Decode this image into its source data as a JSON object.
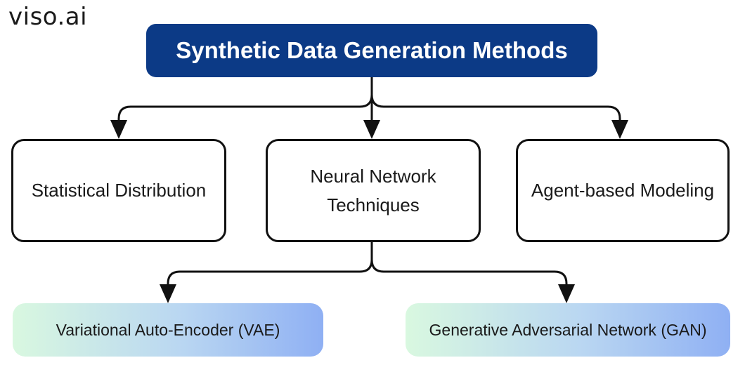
{
  "brand": {
    "logo_text": "viso.ai"
  },
  "root": {
    "label": "Synthetic Data Generation Methods"
  },
  "methods": [
    {
      "label": "Statistical Distribution"
    },
    {
      "label_line1": "Neural Network",
      "label_line2": "Techniques"
    },
    {
      "label": "Agent-based Modeling"
    }
  ],
  "neural_children": [
    {
      "label": "Variational Auto-Encoder (VAE)"
    },
    {
      "label": "Generative Adversarial Network (GAN)"
    }
  ],
  "colors": {
    "root_fill": "#0c3a86",
    "leaf_gradient_start": "#d9f8e0",
    "leaf_gradient_end": "#8fb0f3",
    "connector": "#111111"
  }
}
